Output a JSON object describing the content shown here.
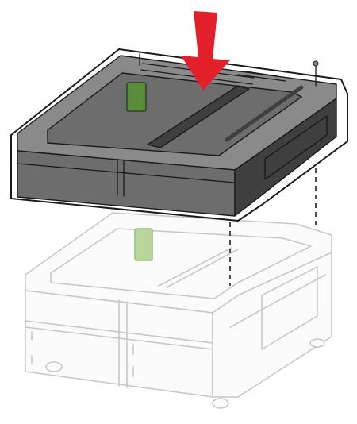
{
  "figure": {
    "kind": "installation-illustration",
    "step": "insert-tray-onto-cabinet"
  },
  "colors": {
    "background": "#ffffff",
    "tray_body": "#6d6d6d",
    "tray_dark": "#3f3f3f",
    "tray_light": "#8a8a8a",
    "outline": "#1a1a1a",
    "cabinet_line": "#c8c8c8",
    "cabinet_fill": "#fbfbfb",
    "arrow": "#e3202a",
    "green_part": "#5a8d3a",
    "green_part_faded": "#b9d59b",
    "guide_line": "#222222"
  },
  "icons": {
    "arrow": "down-arrow-icon",
    "guides": "dashed-alignment-lines"
  }
}
